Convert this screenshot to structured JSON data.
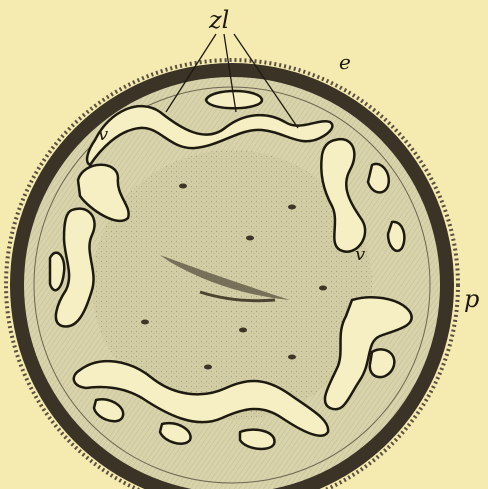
{
  "labels": {
    "zl": "zl",
    "e": "e",
    "p": "p",
    "v_upper": "v",
    "v_right": "v"
  },
  "colors": {
    "paper": "#f5eab0",
    "ink": "#1e1a10",
    "inner_tissue": "#d8d3ab",
    "canal": "#f7efc4",
    "epidermis": "#3a3326"
  }
}
